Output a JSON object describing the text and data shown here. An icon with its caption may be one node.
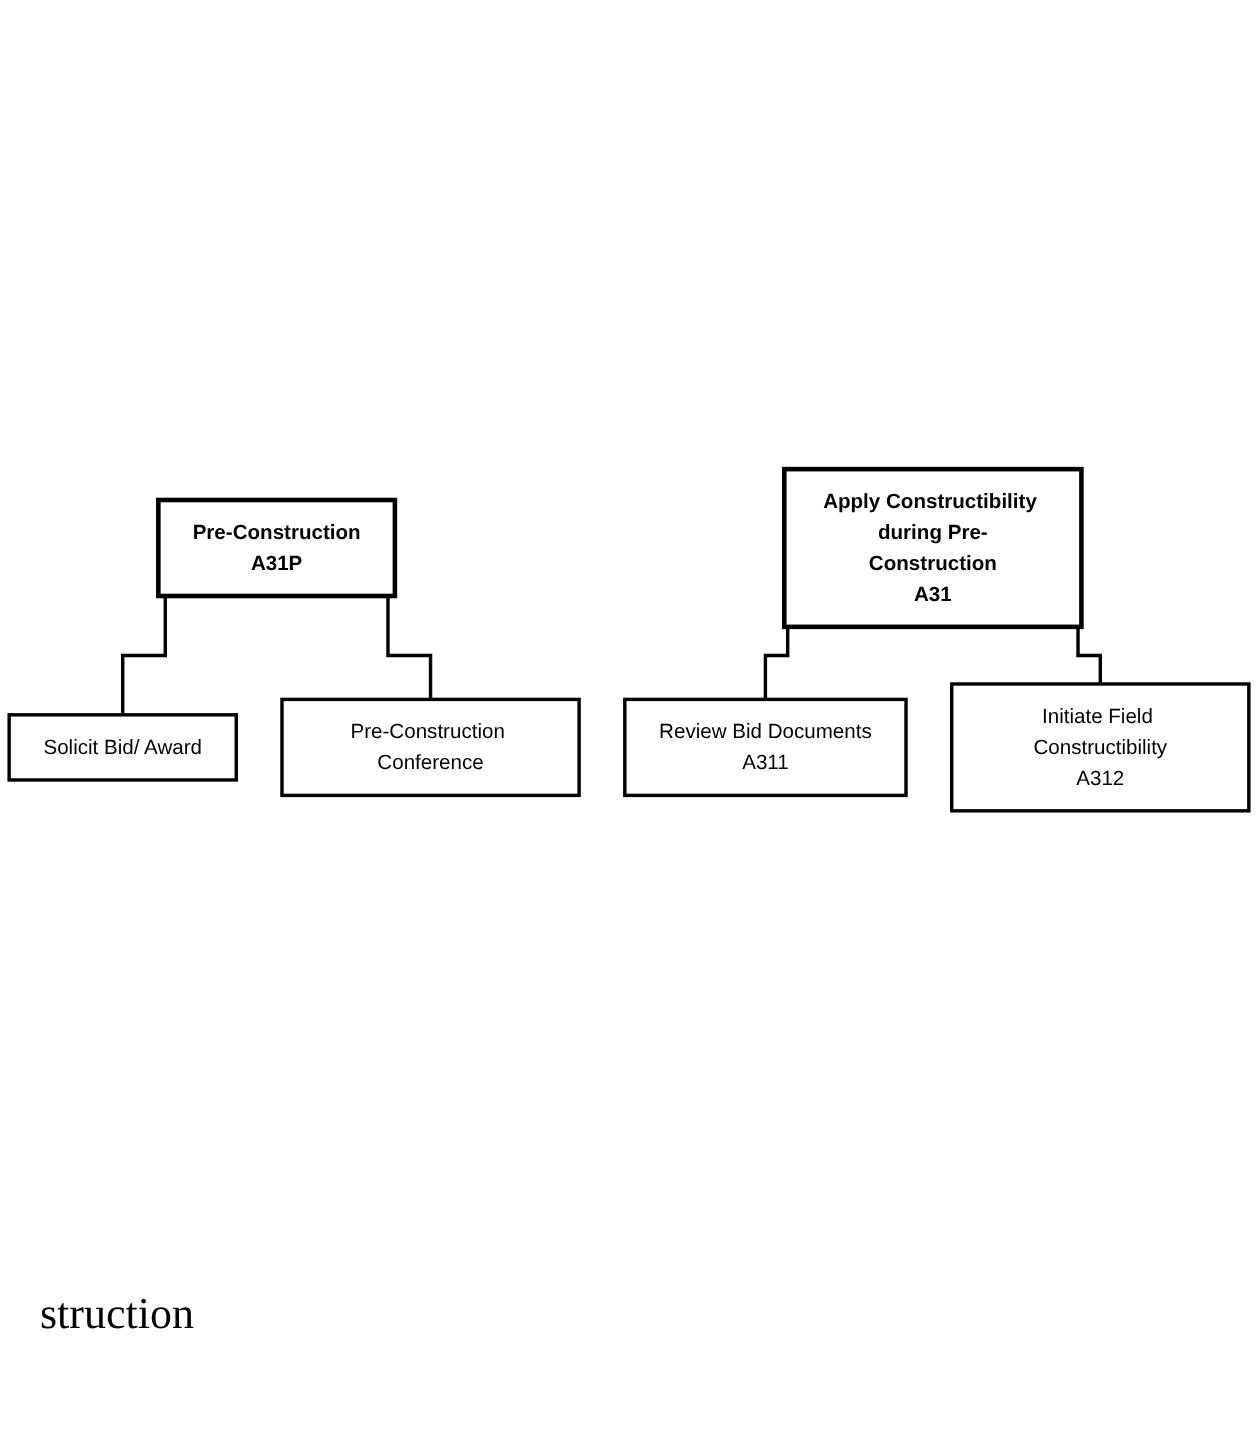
{
  "diagram": {
    "nodes": [
      {
        "text": [
          "Pre-Construction",
          "A31P"
        ]
      },
      {
        "text": [
          "Solicit Bid/ Award"
        ]
      },
      {
        "text": [
          "Pre-Construction Conference"
        ]
      },
      {
        "text": [
          "Apply Constructibility during Pre-Construction",
          "A31"
        ]
      },
      {
        "text": [
          "Review Bid Documents",
          "A311"
        ]
      },
      {
        "text": [
          "Initiate Field Constructibility",
          "A312"
        ]
      }
    ],
    "edges": [
      {
        "from": 0,
        "to": 1,
        "arrow": "none"
      },
      {
        "from": 0,
        "to": 2,
        "arrow": "none"
      },
      {
        "from": 3,
        "to": 4,
        "arrow": "none"
      },
      {
        "from": 3,
        "to": 5,
        "arrow": "none"
      }
    ],
    "labels": [
      "struction"
    ]
  }
}
